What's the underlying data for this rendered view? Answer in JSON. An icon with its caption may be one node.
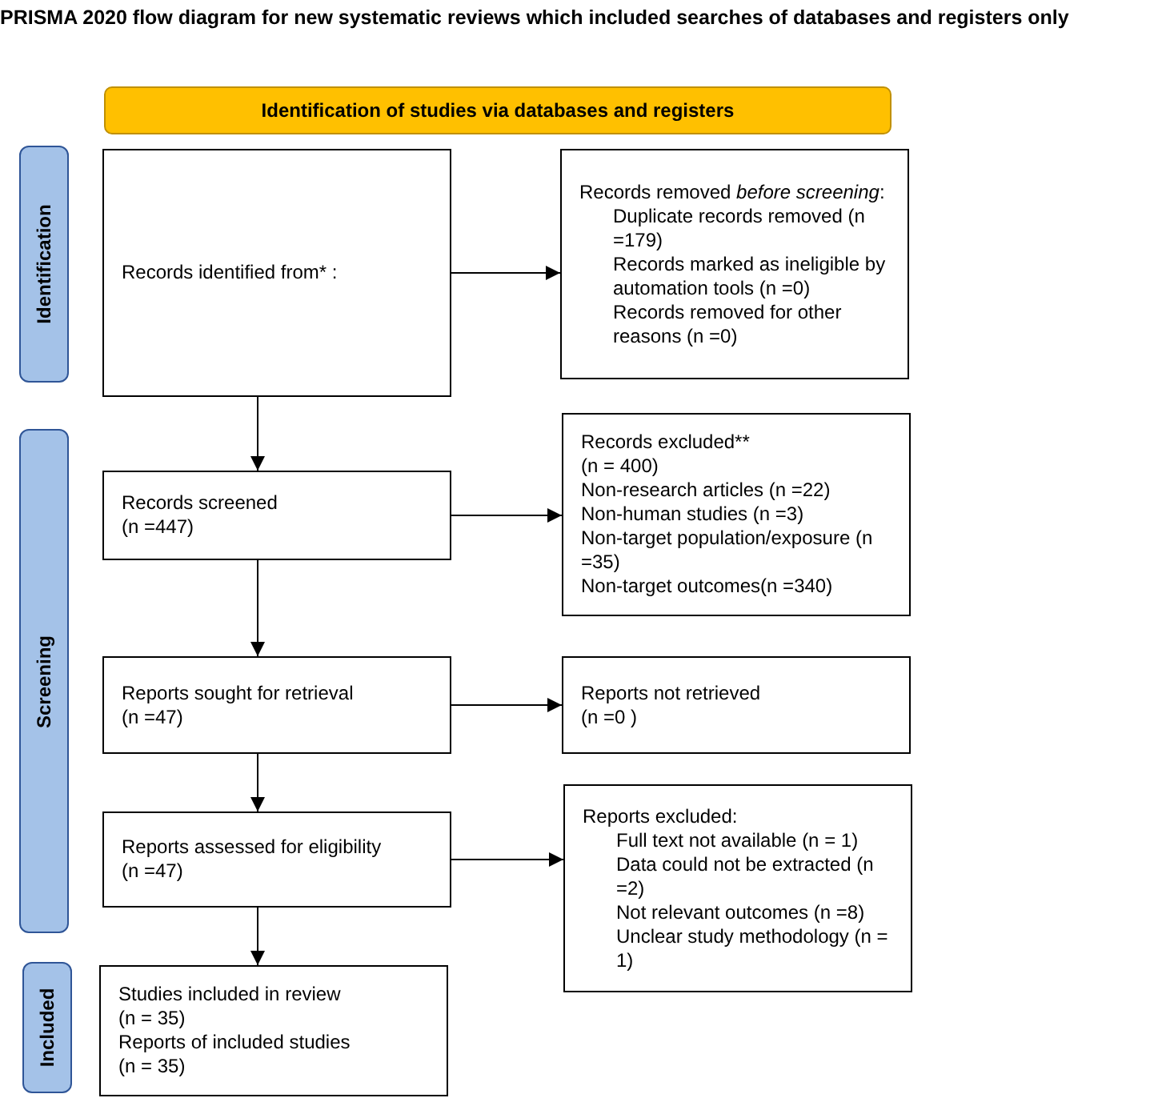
{
  "diagram": {
    "title": "PRISMA 2020 flow diagram for new systematic reviews which included searches of databases and registers only",
    "nodes": [
      {
        "text": [
          "Identification of studies via databases and registers"
        ]
      },
      {
        "text": [
          "Identification"
        ]
      },
      {
        "text": [
          "Records identified from* :"
        ]
      },
      {
        "text": [
          "Records removed *before screening*:",
          "Duplicate records removed (n =179)",
          "Records marked as ineligible by automation tools (n =0)",
          "Records removed for other reasons (n =0)"
        ]
      },
      {
        "text": [
          "Screening"
        ]
      },
      {
        "text": [
          "Records screened",
          "(n =447)"
        ]
      },
      {
        "text": [
          "Records excluded**",
          "(n = 400)",
          "Non-research articles (n =22)",
          "Non-human studies (n =3)",
          "Non-target population/exposure (n =35)",
          "Non-target outcomes(n =340)"
        ]
      },
      {
        "text": [
          "Reports sought for retrieval",
          "(n =47)"
        ]
      },
      {
        "text": [
          "Reports not retrieved",
          "(n =0 )"
        ]
      },
      {
        "text": [
          "Reports assessed for eligibility",
          "(n =47)"
        ]
      },
      {
        "text": [
          "Reports excluded:",
          "Full text not available (n = 1)",
          "Data could not be extracted (n =2)",
          "Not relevant outcomes (n =8)",
          "Unclear study methodology (n = 1)"
        ]
      },
      {
        "text": [
          "Included"
        ]
      },
      {
        "text": [
          "Studies included in review",
          "(n = 35)",
          "Reports of included studies",
          "(n = 35)"
        ]
      }
    ],
    "edges": [
      {
        "from": 2,
        "to": 3,
        "arrow": "to"
      },
      {
        "from": 2,
        "to": 5,
        "arrow": "to"
      },
      {
        "from": 5,
        "to": 6,
        "arrow": "to"
      },
      {
        "from": 5,
        "to": 7,
        "arrow": "to"
      },
      {
        "from": 7,
        "to": 8,
        "arrow": "to"
      },
      {
        "from": 7,
        "to": 9,
        "arrow": "to"
      },
      {
        "from": 9,
        "to": 10,
        "arrow": "to"
      },
      {
        "from": 9,
        "to": 12,
        "arrow": "to"
      }
    ]
  }
}
